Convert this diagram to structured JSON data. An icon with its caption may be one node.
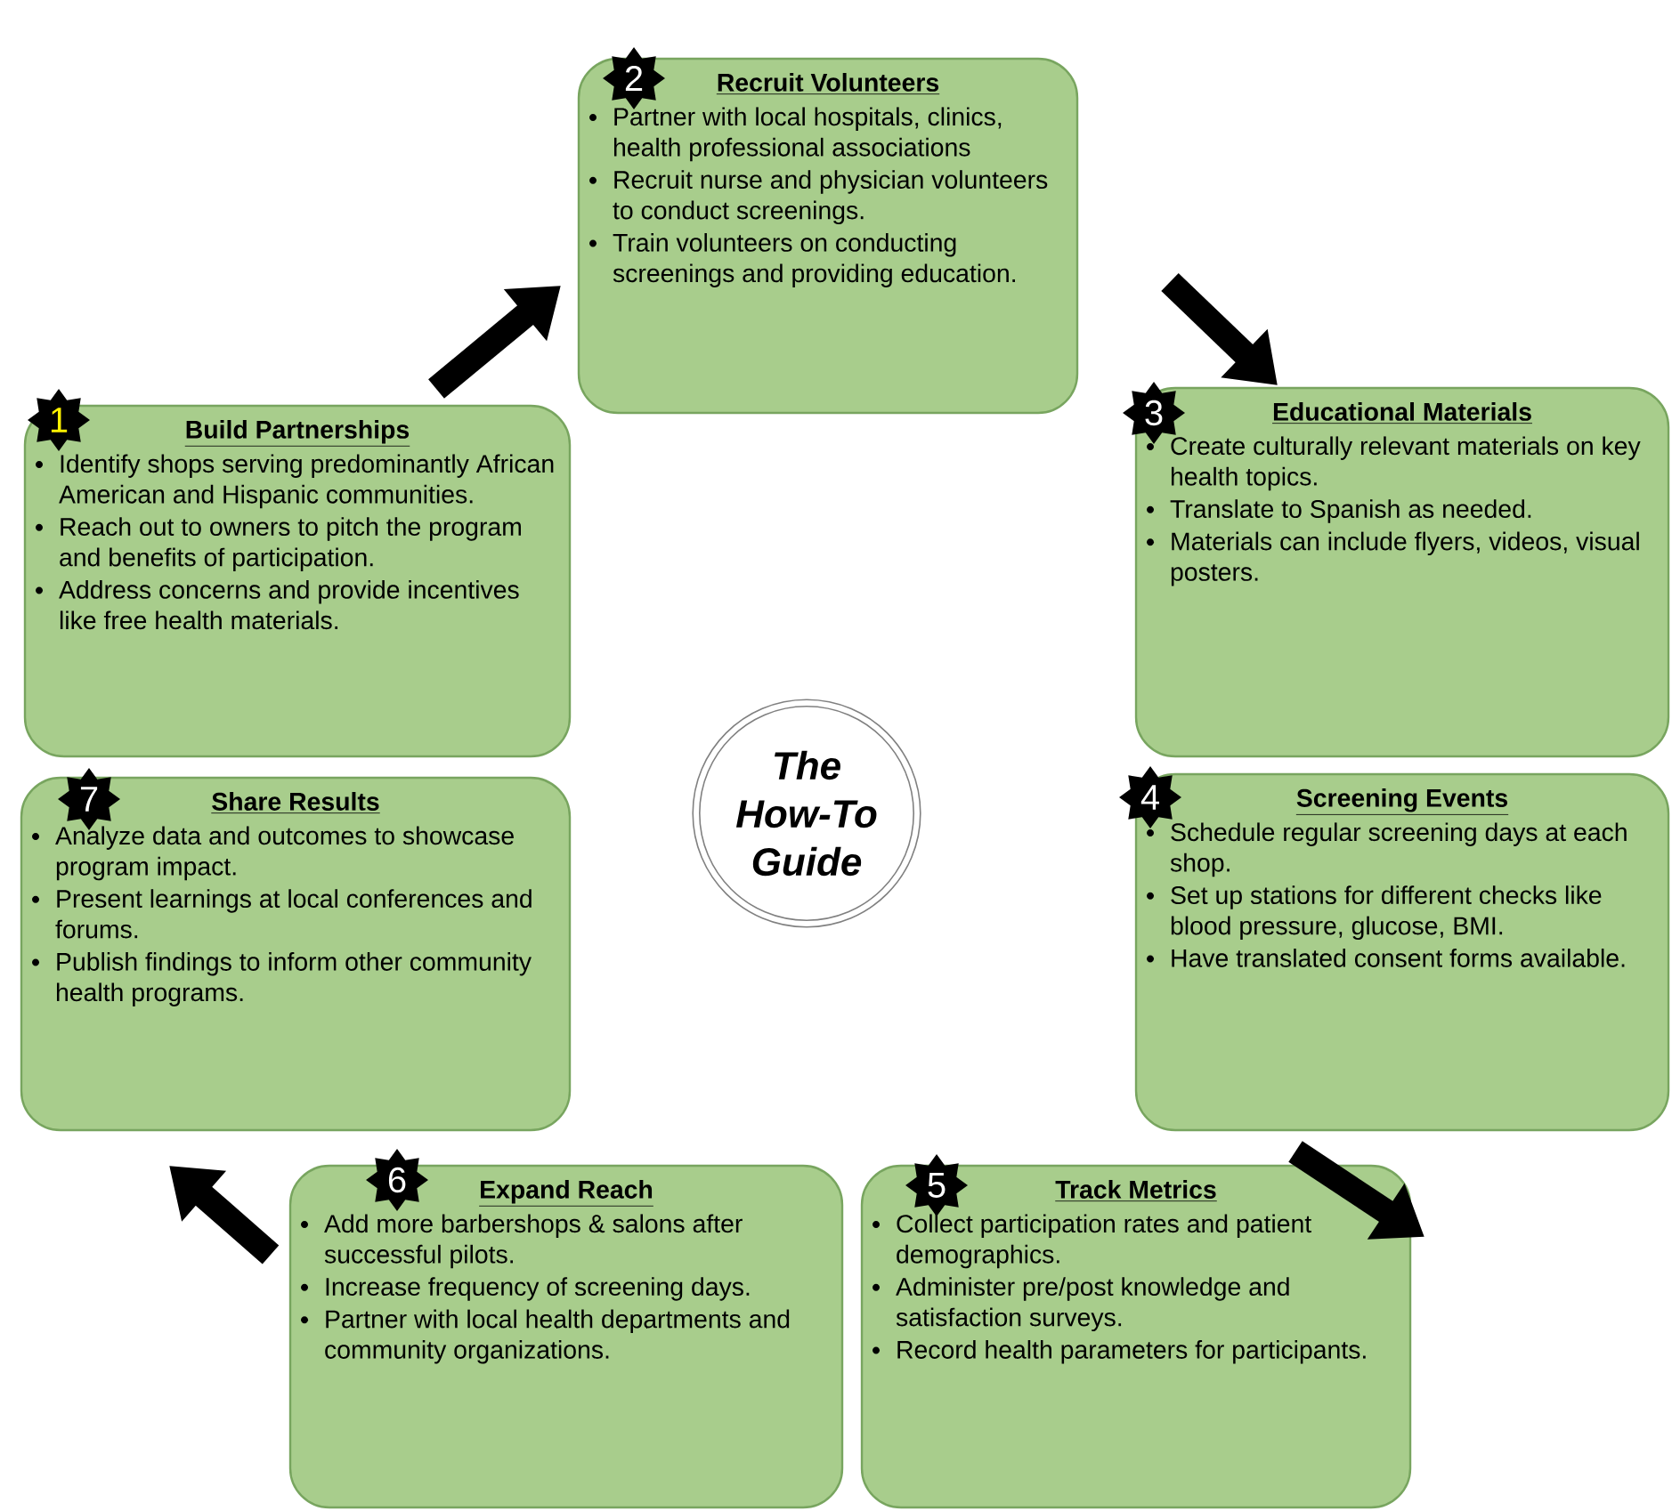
{
  "diagram": {
    "nodes": [
      {
        "text": [
          "1"
        ]
      },
      {
        "text": [
          "Build Partnerships",
          "Identify shops serving predominantly African American and Hispanic communities.",
          "Reach out to owners to pitch the program and benefits of participation.",
          "Address concerns and provide incentives like free health materials."
        ]
      },
      {
        "text": [
          "2"
        ]
      },
      {
        "text": [
          "Recruit Volunteers",
          "Partner with local hospitals, clinics, health professional associations",
          "Recruit nurse and physician volunteers to conduct screenings.",
          "Train volunteers on conducting screenings and providing education."
        ]
      },
      {
        "text": [
          "3"
        ]
      },
      {
        "text": [
          "Educational Materials",
          "Create culturally relevant materials on key health topics.",
          "Translate to Spanish as needed.",
          "Materials can include flyers, videos, visual posters."
        ]
      },
      {
        "text": [
          "4"
        ]
      },
      {
        "text": [
          "Screening Events",
          "Schedule regular screening days at each shop.",
          "Set up stations for different checks like blood pressure, glucose, BMI.",
          "Have translated consent forms available."
        ]
      },
      {
        "text": [
          "5"
        ]
      },
      {
        "text": [
          "Track Metrics",
          "Collect participation rates and patient demographics.",
          "Administer pre/post knowledge and satisfaction surveys.",
          "Record health parameters for participants."
        ]
      },
      {
        "text": [
          "6"
        ]
      },
      {
        "text": [
          "Expand Reach",
          "Add more barbershops & salons after successful pilots.",
          "Increase frequency of screening days.",
          "Partner with local health departments and community organizations."
        ]
      },
      {
        "text": [
          "7"
        ]
      },
      {
        "text": [
          "Share Results",
          "Analyze data and outcomes to showcase program impact.",
          "Present learnings at local conferences and forums.",
          "Publish findings to inform other community health programs."
        ]
      },
      {
        "text": [
          "The How-To Guide"
        ]
      }
    ],
    "edges": [
      {
        "from": 1,
        "to": 3,
        "arrow": "to"
      },
      {
        "from": 3,
        "to": 5,
        "arrow": "to"
      },
      {
        "from": 7,
        "to": 9,
        "arrow": "to"
      },
      {
        "from": 11,
        "to": 13,
        "arrow": "to"
      }
    ]
  }
}
